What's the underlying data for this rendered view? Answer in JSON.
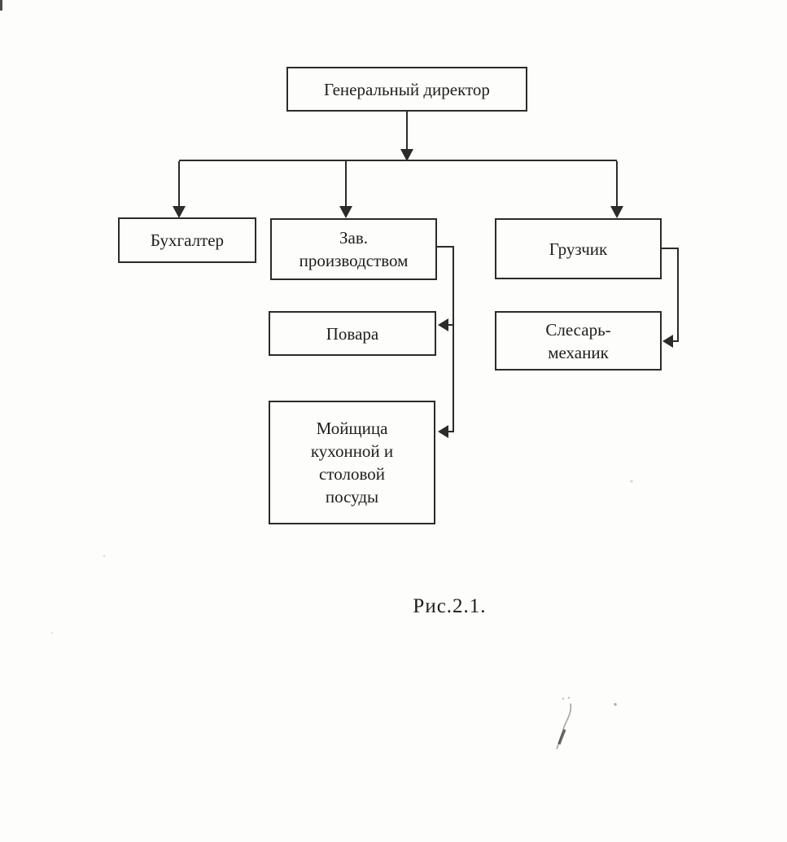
{
  "page": {
    "background_color": "#fdfdfb",
    "line_color": "#2b2b2b",
    "text_color": "#1d1d1d"
  },
  "diagram": {
    "type": "org-chart",
    "caption": "Рис.2.1.",
    "nodes": [
      {
        "id": "general-director",
        "label": "Генеральный директор"
      },
      {
        "id": "accountant",
        "label": "Бухгалтер"
      },
      {
        "id": "production-manager",
        "label": "Зав.\nпроизводством"
      },
      {
        "id": "loader",
        "label": "Грузчик"
      },
      {
        "id": "cooks",
        "label": "Повара"
      },
      {
        "id": "dishwasher",
        "label": "Мойщица\nкухонной и\nстоловой\nпосуды"
      },
      {
        "id": "mechanic",
        "label": "Слесарь-\nмеханик"
      }
    ],
    "edges": [
      {
        "from": "general-director",
        "to": "accountant"
      },
      {
        "from": "general-director",
        "to": "production-manager"
      },
      {
        "from": "general-director",
        "to": "loader"
      },
      {
        "from": "production-manager",
        "to": "cooks"
      },
      {
        "from": "production-manager",
        "to": "dishwasher"
      },
      {
        "from": "loader",
        "to": "mechanic"
      }
    ]
  }
}
